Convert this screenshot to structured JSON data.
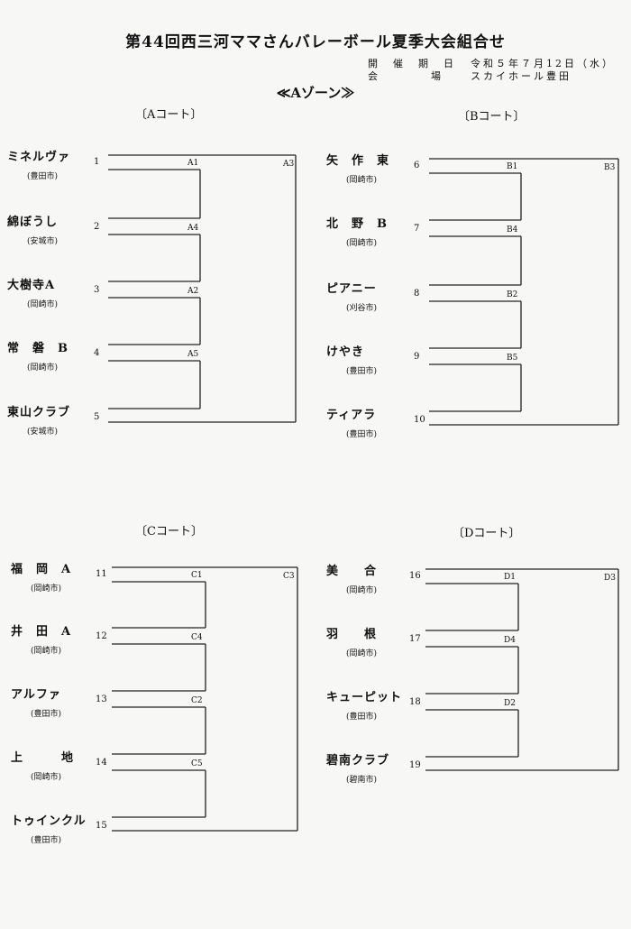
{
  "title": "第44回西三河ママさんバレーボール夏季大会組合せ",
  "info": {
    "date_label": "開　催　期　日",
    "date_value": "令和５年７月12日（水）",
    "venue_label": "会　　　　場",
    "venue_value": "スカイホール豊田"
  },
  "zone_title": "≪Aゾーン≫",
  "courts": [
    {
      "label": "〔Aコート〕",
      "teams": [
        {
          "seed": "1",
          "name": "ミネルヴァ",
          "city": "(豊田市)"
        },
        {
          "seed": "2",
          "name": "綿ぼうし",
          "city": "(安城市)"
        },
        {
          "seed": "3",
          "name": "大樹寺A",
          "city": "(岡崎市)"
        },
        {
          "seed": "4",
          "name": "常　磐　B",
          "city": "(岡崎市)"
        },
        {
          "seed": "5",
          "name": "東山クラブ",
          "city": "(安城市)"
        }
      ],
      "matches": [
        "A1",
        "A4",
        "A2",
        "A5",
        "A3"
      ]
    },
    {
      "label": "〔Bコート〕",
      "teams": [
        {
          "seed": "6",
          "name": "矢　作　東",
          "city": "(岡崎市)"
        },
        {
          "seed": "7",
          "name": "北　野　B",
          "city": "(岡崎市)"
        },
        {
          "seed": "8",
          "name": "ピアニー",
          "city": "(刈谷市)"
        },
        {
          "seed": "9",
          "name": "けやき",
          "city": "(豊田市)"
        },
        {
          "seed": "10",
          "name": "ティアラ",
          "city": "(豊田市)"
        }
      ],
      "matches": [
        "B1",
        "B4",
        "B2",
        "B5",
        "B3"
      ]
    },
    {
      "label": "〔Cコート〕",
      "teams": [
        {
          "seed": "11",
          "name": "福　岡　A",
          "city": "(岡崎市)"
        },
        {
          "seed": "12",
          "name": "井　田　A",
          "city": "(岡崎市)"
        },
        {
          "seed": "13",
          "name": "アルファ",
          "city": "(豊田市)"
        },
        {
          "seed": "14",
          "name": "上　　　地",
          "city": "(岡崎市)"
        },
        {
          "seed": "15",
          "name": "トゥインクル",
          "city": "(豊田市)"
        }
      ],
      "matches": [
        "C1",
        "C4",
        "C2",
        "C5",
        "C3"
      ]
    },
    {
      "label": "〔Dコート〕",
      "teams": [
        {
          "seed": "16",
          "name": "美　　合",
          "city": "(岡崎市)"
        },
        {
          "seed": "17",
          "name": "羽　　根",
          "city": "(岡崎市)"
        },
        {
          "seed": "18",
          "name": "キューピット",
          "city": "(豊田市)"
        },
        {
          "seed": "19",
          "name": "碧南クラブ",
          "city": "(碧南市)"
        }
      ],
      "matches": [
        "D1",
        "D4",
        "D2",
        "D3"
      ]
    }
  ]
}
